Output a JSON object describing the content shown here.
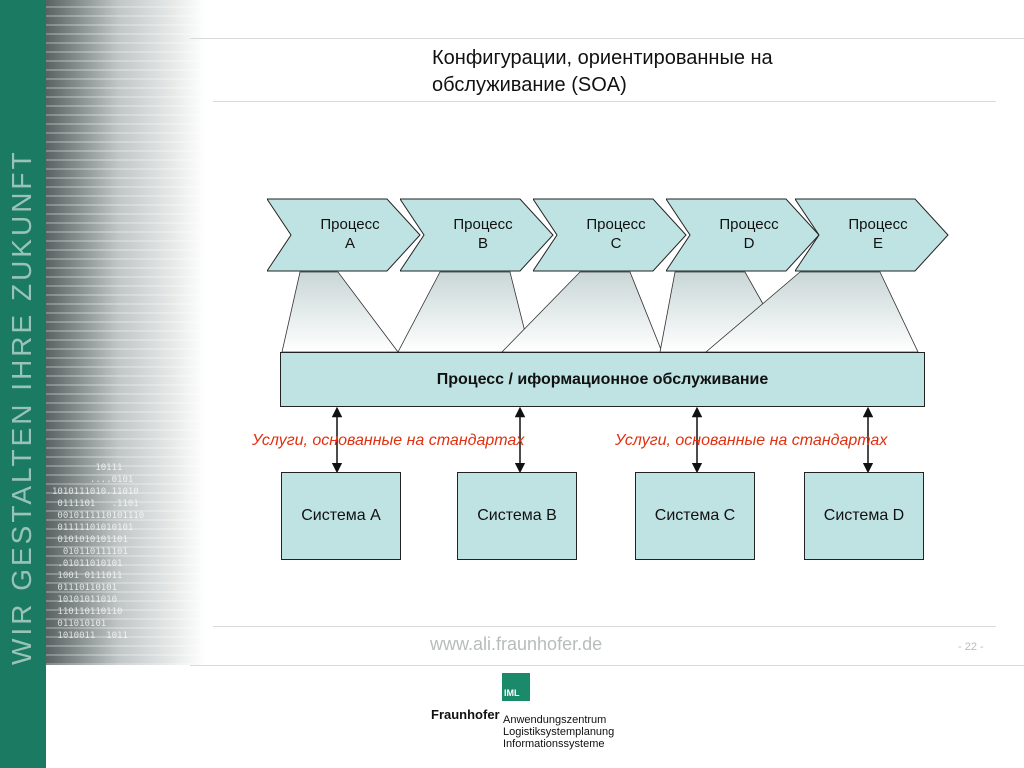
{
  "slide": {
    "title_line1": "Конфигурации, ориентированные на",
    "title_line2": "обслуживание (SOA)",
    "side_slogan": "WIR GESTALTEN IHRE ZUKUNFT",
    "binary_text": "        10111\n       ....0101\n1010111010.11010\n 0111101   .1101\n 0010111110101110\n 01111101010101\n 0101010101101\n  010110111101\n .01011010101\n 1001 0111011\n 01110110101\n 10101011010\n 110110110110\n 011010101\n 1010011  1011"
  },
  "processes": [
    {
      "line1": "Процесс",
      "line2": "A"
    },
    {
      "line1": "Процесс",
      "line2": "B"
    },
    {
      "line1": "Процесс",
      "line2": "C"
    },
    {
      "line1": "Процесс",
      "line2": "D"
    },
    {
      "line1": "Процесс",
      "line2": "E"
    }
  ],
  "service_bar": {
    "label": "Процесс / иформационное обслуживание"
  },
  "service_labels": [
    "Услуги, основанные на стандартах",
    "Услуги, основанные на стандартах"
  ],
  "systems": [
    {
      "label": "Система А"
    },
    {
      "label": "Система B"
    },
    {
      "label": "Система C"
    },
    {
      "label": "Система D"
    }
  ],
  "footer": {
    "url": "www.ali.fraunhofer.de",
    "page": "- 22 -"
  },
  "logo": {
    "mark": "IML",
    "brand": "Fraunhofer",
    "line1": "Anwendungszentrum",
    "line2": "Logistiksystemplanung",
    "line3": "Informationssysteme"
  },
  "colors": {
    "box_fill": "#bfe3e3",
    "accent_green": "#1b7a62",
    "service_label": "#e03010"
  }
}
